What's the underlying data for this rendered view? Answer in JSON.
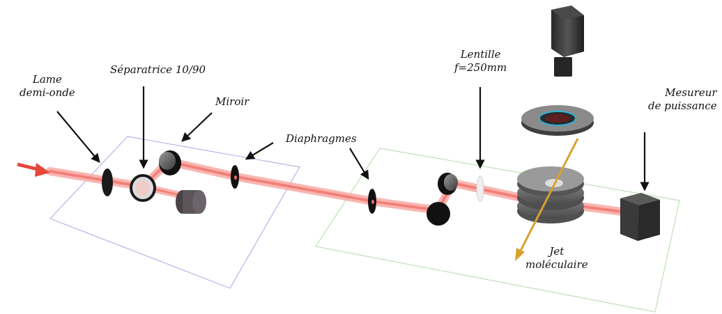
{
  "labels": {
    "lame_line1": "Lame",
    "lame_line2": "demi-onde",
    "separatrice": "Séparatrice 10/90",
    "miroir": "Miroir",
    "diaphragmes": "Diaphragmes",
    "lentille_line1": "Lentille",
    "lentille_line2": "f=250mm",
    "mesureur_line1": "Mesureur",
    "mesureur_line2": "de puissance",
    "jet_line1": "Jet",
    "jet_line2": "moléculaire"
  },
  "colors": {
    "beam": "#f4908a",
    "beam_core": "#f26b63",
    "input_arrow": "#e8473c",
    "jet_arrow": "#d9a02c",
    "left_table": "#b8b4e6",
    "right_table": "#bfe0b8"
  }
}
